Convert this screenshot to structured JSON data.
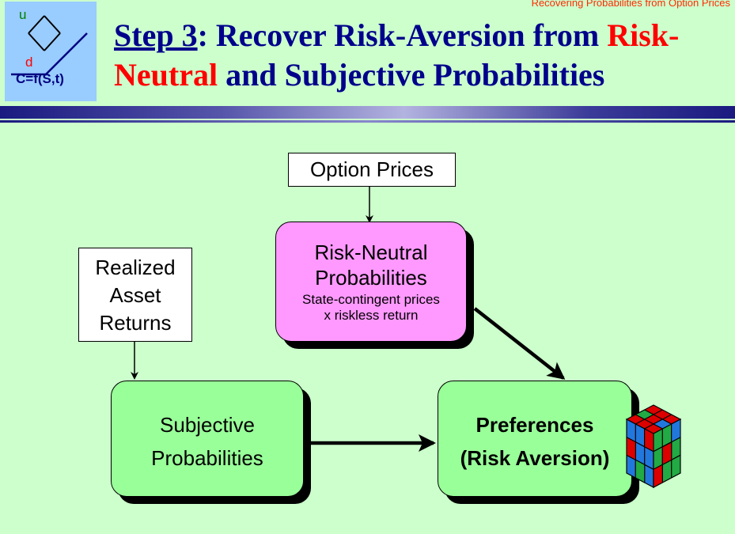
{
  "header": {
    "running_head": "Recovering Probabilities from Option Prices",
    "logo": {
      "up": "u",
      "down": "d",
      "formula": "C=f(S,t)"
    },
    "title": {
      "step": "Step 3",
      "part1": ":  Recover Risk-Aversion from ",
      "red1": "Risk-",
      "red2": "Neutral",
      "part2": " and Subjective Probabilities"
    }
  },
  "diagram": {
    "option_prices": "Option Prices",
    "realized": [
      "Realized",
      "Asset",
      "Returns"
    ],
    "risk_neutral": {
      "line1": "Risk-Neutral",
      "line2": "Probabilities",
      "sub1": "State-contingent prices",
      "sub2": "x  riskless return"
    },
    "subjective": {
      "line1": "Subjective",
      "line2": "Probabilities"
    },
    "preferences": {
      "line1": "Preferences",
      "line2": "(Risk Aversion)"
    }
  },
  "colors": {
    "background": "#ccffcc",
    "title": "#00008b",
    "accent_red": "#ff0000",
    "pink_box": "#ff99ff",
    "green_box": "#99ff99",
    "logo_bg": "#99ccff"
  }
}
